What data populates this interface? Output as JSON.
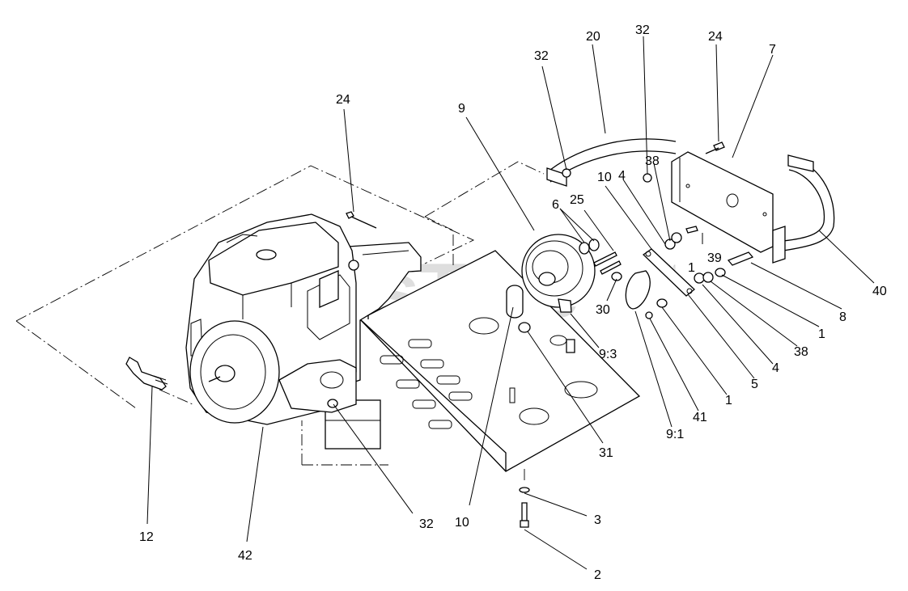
{
  "watermark": {
    "text": "PartsTree",
    "trademark": "TM"
  },
  "callouts": [
    {
      "id": "c12",
      "label": "12"
    },
    {
      "id": "c42",
      "label": "42"
    },
    {
      "id": "c24a",
      "label": "24"
    },
    {
      "id": "c32a",
      "label": "32"
    },
    {
      "id": "c10a",
      "label": "10"
    },
    {
      "id": "c9",
      "label": "9"
    },
    {
      "id": "c31",
      "label": "31"
    },
    {
      "id": "c3",
      "label": "3"
    },
    {
      "id": "c2",
      "label": "2"
    },
    {
      "id": "c9_3",
      "label": "9:3"
    },
    {
      "id": "c6",
      "label": "6"
    },
    {
      "id": "c25",
      "label": "25"
    },
    {
      "id": "c30",
      "label": "30"
    },
    {
      "id": "c32b",
      "label": "32"
    },
    {
      "id": "c20",
      "label": "20"
    },
    {
      "id": "c32c",
      "label": "32"
    },
    {
      "id": "c24b",
      "label": "24"
    },
    {
      "id": "c7",
      "label": "7"
    },
    {
      "id": "c38a",
      "label": "38"
    },
    {
      "id": "c10b",
      "label": "10"
    },
    {
      "id": "c4a",
      "label": "4"
    },
    {
      "id": "c39",
      "label": "39"
    },
    {
      "id": "c1a",
      "label": "1"
    },
    {
      "id": "c40",
      "label": "40"
    },
    {
      "id": "c8",
      "label": "8"
    },
    {
      "id": "c1b",
      "label": "1"
    },
    {
      "id": "c38b",
      "label": "38"
    },
    {
      "id": "c4b",
      "label": "4"
    },
    {
      "id": "c5",
      "label": "5"
    },
    {
      "id": "c1c",
      "label": "1"
    },
    {
      "id": "c41",
      "label": "41"
    },
    {
      "id": "c9_1",
      "label": "9:1"
    }
  ]
}
